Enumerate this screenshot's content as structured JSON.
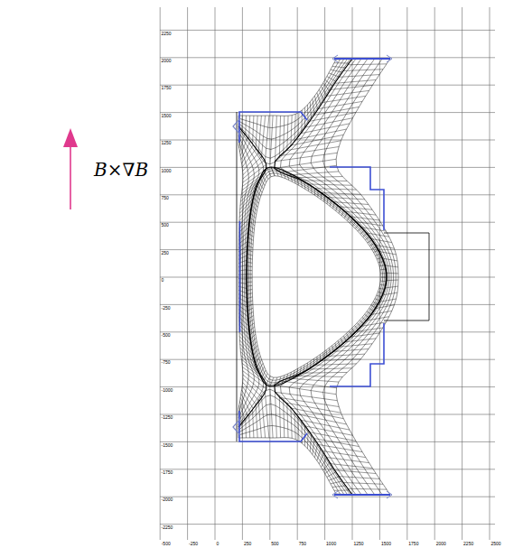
{
  "diagram": {
    "labels": [
      "B×∇B",
      "2250",
      "2000",
      "1750",
      "1500",
      "1250",
      "1000",
      "750",
      "500",
      "250",
      "0",
      "-250",
      "-500",
      "-750",
      "-1000",
      "-1250",
      "-1500",
      "-1750",
      "-2000",
      "-2250",
      "-500",
      "-250",
      "0",
      "250",
      "500",
      "750",
      "1000",
      "1250",
      "1500",
      "1750",
      "2000",
      "2250",
      "2500"
    ]
  }
}
